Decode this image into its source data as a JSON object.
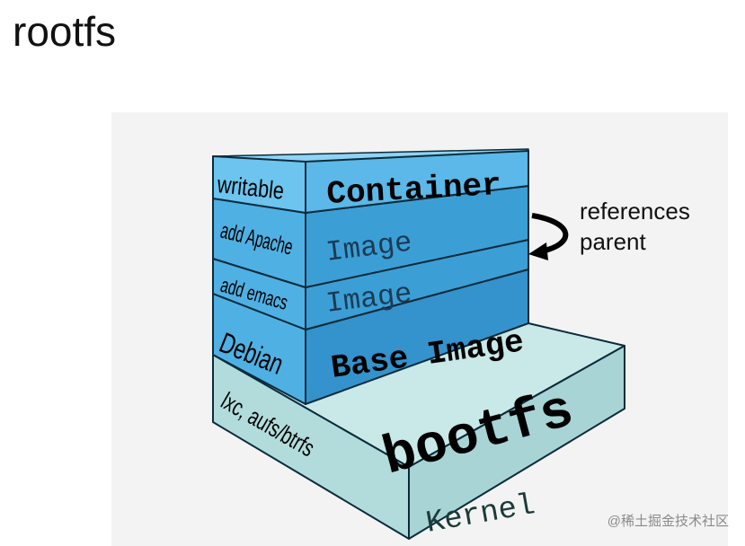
{
  "title": "rootfs",
  "diagram": {
    "layers": [
      {
        "side": "writable",
        "front": "Container",
        "color": "#5bb8e8"
      },
      {
        "side": "add Apache",
        "front": "Image",
        "color": "#3b9fd6"
      },
      {
        "side": "add emacs",
        "front": "Image",
        "color": "#3b9fd6"
      },
      {
        "side": "Debian",
        "front": "Base Image",
        "color": "#3593cc"
      },
      {
        "side": "lxc, aufs/btrfs",
        "front": "Kernel",
        "top": "bootfs",
        "color": "#b9dfe0"
      }
    ],
    "annotation_line1": "references",
    "annotation_line2": "parent"
  },
  "watermark": "@稀土掘金技术社区"
}
